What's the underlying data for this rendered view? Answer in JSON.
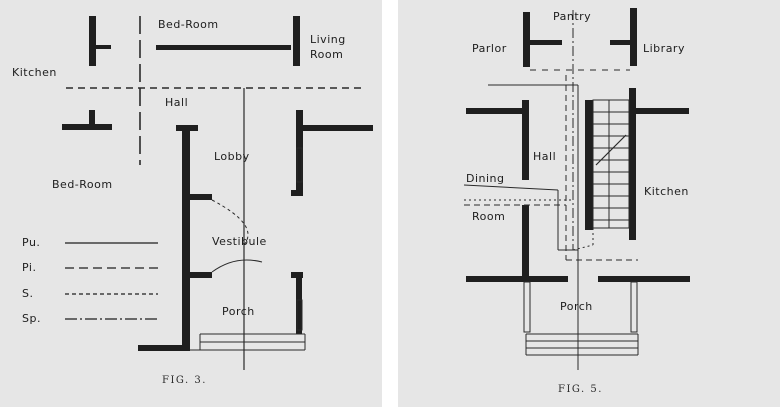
{
  "figures": [
    {
      "caption": "FIG. 3.",
      "labels": {
        "bed_room_top": "Bed-Room",
        "living_room": "Living Room",
        "kitchen": "Kitchen",
        "hall": "Hall",
        "lobby": "Lobby",
        "bed_room_bottom": "Bed-Room",
        "vestibule": "Vestibule",
        "porch": "Porch"
      },
      "legend": [
        {
          "key": "Pu.",
          "line": "solid"
        },
        {
          "key": "Pi.",
          "line": "long-dash"
        },
        {
          "key": "S.",
          "line": "short-dash"
        },
        {
          "key": "Sp.",
          "line": "dash-dot"
        }
      ]
    },
    {
      "caption": "FIG. 5.",
      "labels": {
        "pantry": "Pantry",
        "parlor": "Parlor",
        "library": "Library",
        "hall": "Hall",
        "dining_room_1": "Dining",
        "dining_room_2": "Room",
        "kitchen": "Kitchen",
        "porch": "Porch"
      }
    }
  ]
}
